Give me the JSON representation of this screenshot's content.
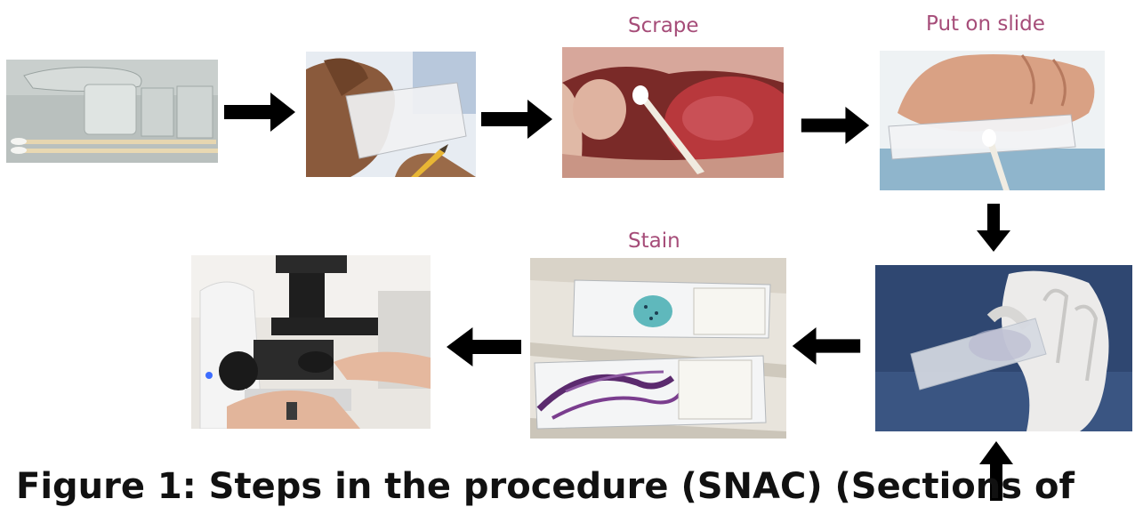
{
  "steps": {
    "scrape_label": "Scrape",
    "slide_label": "Put on slide",
    "stain_label": "Stain"
  },
  "caption": "Figure 1: Steps in the procedure (SNAC) (Sections of"
}
